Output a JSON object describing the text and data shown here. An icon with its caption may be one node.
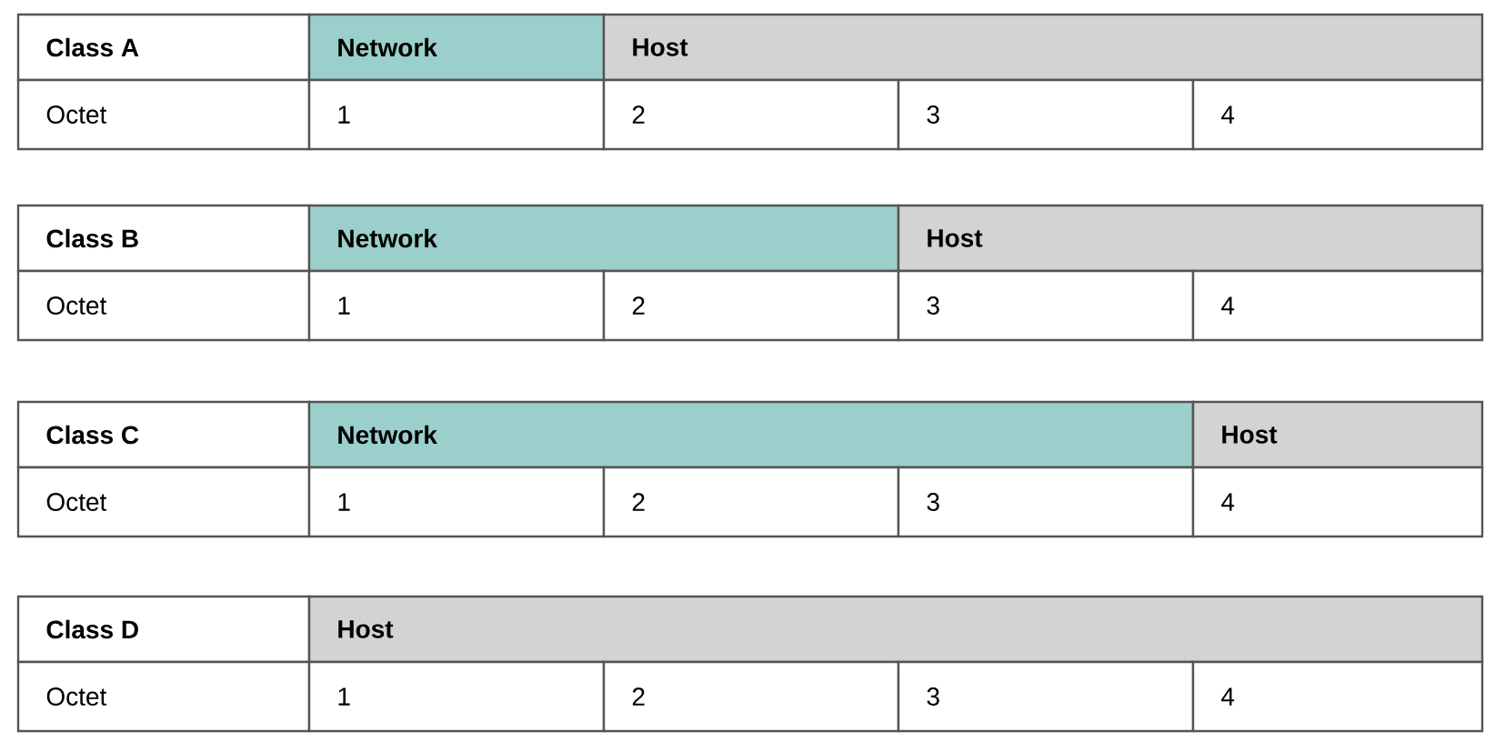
{
  "diagram": {
    "labels": [
      "Class A",
      "Network",
      "Host",
      "Octet",
      "1",
      "2",
      "3",
      "4",
      "Class B",
      "Network",
      "Host",
      "Octet",
      "1",
      "2",
      "3",
      "4",
      "Class C",
      "Network",
      "Host",
      "Octet",
      "1",
      "2",
      "3",
      "4",
      "Class D",
      "Host",
      "Octet",
      "1",
      "2",
      "3",
      "4"
    ]
  }
}
